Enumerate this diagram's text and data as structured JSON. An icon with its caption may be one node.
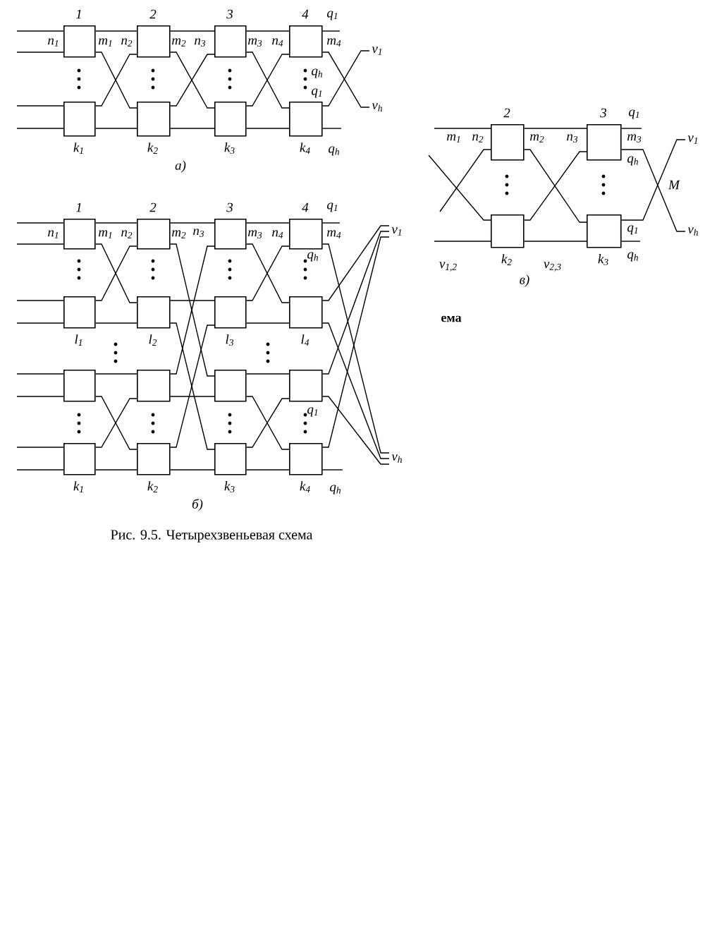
{
  "diagram": {
    "caption": "Рис. 9.5. Четырехзвеньевая схема",
    "nodes": [
      {
        "text": [],
        "shape": "box",
        "beside": [
          "1"
        ]
      },
      {
        "text": [],
        "shape": "box",
        "beside": [
          "k$_{1}$"
        ]
      },
      {
        "text": [],
        "shape": "box",
        "beside": [
          "2"
        ]
      },
      {
        "text": [],
        "shape": "box",
        "beside": [
          "k$_{2}$"
        ]
      },
      {
        "text": [],
        "shape": "box",
        "beside": [
          "3"
        ]
      },
      {
        "text": [],
        "shape": "box",
        "beside": [
          "k$_{3}$"
        ]
      },
      {
        "text": [],
        "shape": "box",
        "beside": [
          "4"
        ]
      },
      {
        "text": [],
        "shape": "box",
        "beside": [
          "k$_{4}$"
        ]
      },
      {
        "text": [
          "v$_{1}$"
        ]
      },
      {
        "text": [
          "v$_{h}$"
        ]
      },
      {
        "text": [],
        "shape": "box",
        "beside": [
          "1"
        ]
      },
      {
        "text": [],
        "shape": "box",
        "beside": [
          "l$_{1}$"
        ]
      },
      {
        "text": [],
        "shape": "box"
      },
      {
        "text": [],
        "shape": "box",
        "beside": [
          "k$_{1}$"
        ]
      },
      {
        "text": [],
        "shape": "box",
        "beside": [
          "2"
        ]
      },
      {
        "text": [],
        "shape": "box",
        "beside": [
          "l$_{2}$"
        ]
      },
      {
        "text": [],
        "shape": "box"
      },
      {
        "text": [],
        "shape": "box",
        "beside": [
          "k$_{2}$"
        ]
      },
      {
        "text": [],
        "shape": "box",
        "beside": [
          "3"
        ]
      },
      {
        "text": [],
        "shape": "box",
        "beside": [
          "l$_{3}$"
        ]
      },
      {
        "text": [],
        "shape": "box"
      },
      {
        "text": [],
        "shape": "box",
        "beside": [
          "k$_{3}$"
        ]
      },
      {
        "text": [],
        "shape": "box",
        "beside": [
          "4"
        ]
      },
      {
        "text": [],
        "shape": "box",
        "beside": [
          "l$_{4}$"
        ]
      },
      {
        "text": [],
        "shape": "box"
      },
      {
        "text": [],
        "shape": "box",
        "beside": [
          "k$_{4}$"
        ]
      },
      {
        "text": [
          "v$_{1}$"
        ]
      },
      {
        "text": [
          "v$_{h}$"
        ]
      },
      {
        "text": [],
        "shape": "box",
        "beside": [
          "2"
        ]
      },
      {
        "text": [],
        "shape": "box",
        "beside": [
          "k$_{2}$"
        ]
      },
      {
        "text": [],
        "shape": "box",
        "beside": [
          "3"
        ]
      },
      {
        "text": [],
        "shape": "box",
        "beside": [
          "k$_{3}$"
        ]
      },
      {
        "text": [
          "v$_{1}$"
        ]
      },
      {
        "text": [
          "v$_{h}$"
        ]
      },
      {
        "text": [
          "q$_{1}$"
        ]
      },
      {
        "text": [
          "q$_{h}$"
        ]
      },
      {
        "text": [
          "q$_{1}$"
        ]
      },
      {
        "text": [
          "q$_{h}$"
        ]
      },
      {
        "text": [
          "q$_{1}$"
        ]
      },
      {
        "text": [
          "q$_{h}$"
        ]
      }
    ],
    "edges": [
      {
        "from": null,
        "to": 0,
        "arrow": "none"
      },
      {
        "from": null,
        "to": 0,
        "arrow": "none"
      },
      {
        "from": null,
        "to": 1,
        "arrow": "none"
      },
      {
        "from": null,
        "to": 1,
        "arrow": "none"
      },
      {
        "from": 0,
        "to": 2,
        "arrow": "none"
      },
      {
        "from": 0,
        "to": 3,
        "arrow": "none"
      },
      {
        "from": 1,
        "to": 2,
        "arrow": "none"
      },
      {
        "from": 1,
        "to": 3,
        "arrow": "none"
      },
      {
        "from": 2,
        "to": 4,
        "arrow": "none"
      },
      {
        "from": 2,
        "to": 5,
        "arrow": "none"
      },
      {
        "from": 3,
        "to": 4,
        "arrow": "none"
      },
      {
        "from": 3,
        "to": 5,
        "arrow": "none"
      },
      {
        "from": 4,
        "to": 6,
        "arrow": "none"
      },
      {
        "from": 4,
        "to": 7,
        "arrow": "none"
      },
      {
        "from": 5,
        "to": 6,
        "arrow": "none"
      },
      {
        "from": 5,
        "to": 7,
        "arrow": "none"
      },
      {
        "from": 6,
        "to": 34,
        "arrow": "none"
      },
      {
        "from": 6,
        "to": 9,
        "arrow": "none"
      },
      {
        "from": 7,
        "to": 8,
        "arrow": "none"
      },
      {
        "from": 7,
        "to": 35,
        "arrow": "none"
      },
      {
        "from": null,
        "to": 10,
        "arrow": "none"
      },
      {
        "from": null,
        "to": 10,
        "arrow": "none"
      },
      {
        "from": null,
        "to": 11,
        "arrow": "none"
      },
      {
        "from": null,
        "to": 11,
        "arrow": "none"
      },
      {
        "from": null,
        "to": 12,
        "arrow": "none"
      },
      {
        "from": null,
        "to": 12,
        "arrow": "none"
      },
      {
        "from": null,
        "to": 13,
        "arrow": "none"
      },
      {
        "from": null,
        "to": 13,
        "arrow": "none"
      },
      {
        "from": 10,
        "to": 14,
        "arrow": "none"
      },
      {
        "from": 10,
        "to": 15,
        "arrow": "none"
      },
      {
        "from": 11,
        "to": 14,
        "arrow": "none"
      },
      {
        "from": 11,
        "to": 15,
        "arrow": "none"
      },
      {
        "from": 12,
        "to": 16,
        "arrow": "none"
      },
      {
        "from": 12,
        "to": 17,
        "arrow": "none"
      },
      {
        "from": 13,
        "to": 16,
        "arrow": "none"
      },
      {
        "from": 13,
        "to": 17,
        "arrow": "none"
      },
      {
        "from": 14,
        "to": 18,
        "arrow": "none"
      },
      {
        "from": 14,
        "to": 20,
        "arrow": "none"
      },
      {
        "from": 15,
        "to": 19,
        "arrow": "none"
      },
      {
        "from": 15,
        "to": 21,
        "arrow": "none"
      },
      {
        "from": 16,
        "to": 18,
        "arrow": "none"
      },
      {
        "from": 16,
        "to": 20,
        "arrow": "none"
      },
      {
        "from": 17,
        "to": 19,
        "arrow": "none"
      },
      {
        "from": 17,
        "to": 21,
        "arrow": "none"
      },
      {
        "from": 18,
        "to": 22,
        "arrow": "none"
      },
      {
        "from": 18,
        "to": 23,
        "arrow": "none"
      },
      {
        "from": 19,
        "to": 22,
        "arrow": "none"
      },
      {
        "from": 19,
        "to": 23,
        "arrow": "none"
      },
      {
        "from": 20,
        "to": 24,
        "arrow": "none"
      },
      {
        "from": 20,
        "to": 25,
        "arrow": "none"
      },
      {
        "from": 21,
        "to": 24,
        "arrow": "none"
      },
      {
        "from": 21,
        "to": 25,
        "arrow": "none"
      },
      {
        "from": 22,
        "to": 36,
        "arrow": "none"
      },
      {
        "from": 22,
        "to": 27,
        "arrow": "none"
      },
      {
        "from": 23,
        "to": 26,
        "arrow": "none"
      },
      {
        "from": 23,
        "to": 27,
        "arrow": "none"
      },
      {
        "from": 24,
        "to": 26,
        "arrow": "none"
      },
      {
        "from": 24,
        "to": 27,
        "arrow": "none"
      },
      {
        "from": 25,
        "to": 26,
        "arrow": "none"
      },
      {
        "from": 25,
        "to": 37,
        "arrow": "none"
      },
      {
        "from": null,
        "to": 28,
        "arrow": "none"
      },
      {
        "from": null,
        "to": 28,
        "arrow": "none"
      },
      {
        "from": null,
        "to": 29,
        "arrow": "none"
      },
      {
        "from": null,
        "to": 29,
        "arrow": "none"
      },
      {
        "from": 28,
        "to": 30,
        "arrow": "none"
      },
      {
        "from": 28,
        "to": 31,
        "arrow": "none"
      },
      {
        "from": 29,
        "to": 30,
        "arrow": "none"
      },
      {
        "from": 29,
        "to": 31,
        "arrow": "none"
      },
      {
        "from": 30,
        "to": 38,
        "arrow": "none"
      },
      {
        "from": 30,
        "to": 33,
        "arrow": "none"
      },
      {
        "from": 31,
        "to": 32,
        "arrow": "none"
      },
      {
        "from": 31,
        "to": 39,
        "arrow": "none"
      }
    ],
    "labels": [
      "n$_{1}$",
      "m$_{1}$",
      "n$_{2}$",
      "m$_{2}$",
      "n$_{3}$",
      "m$_{3}$",
      "n$_{4}$",
      "m$_{4}$",
      "q$_{h}$",
      "q$_{1}$",
      "а)",
      "n$_{1}$",
      "m$_{1}$",
      "n$_{2}$",
      "m$_{2}$",
      "n$_{3}$",
      "m$_{3}$",
      "n$_{4}$",
      "m$_{4}$",
      "q$_{h}$",
      "q$_{1}$",
      "б)",
      "m$_{1}$",
      "n$_{2}$",
      "m$_{2}$",
      "n$_{3}$",
      "m$_{3}$",
      "q$_{h}$",
      "M",
      "q$_{1}$",
      "v$_{1,2}$",
      "v$_{2,3}$",
      "в)",
      "ема"
    ]
  }
}
